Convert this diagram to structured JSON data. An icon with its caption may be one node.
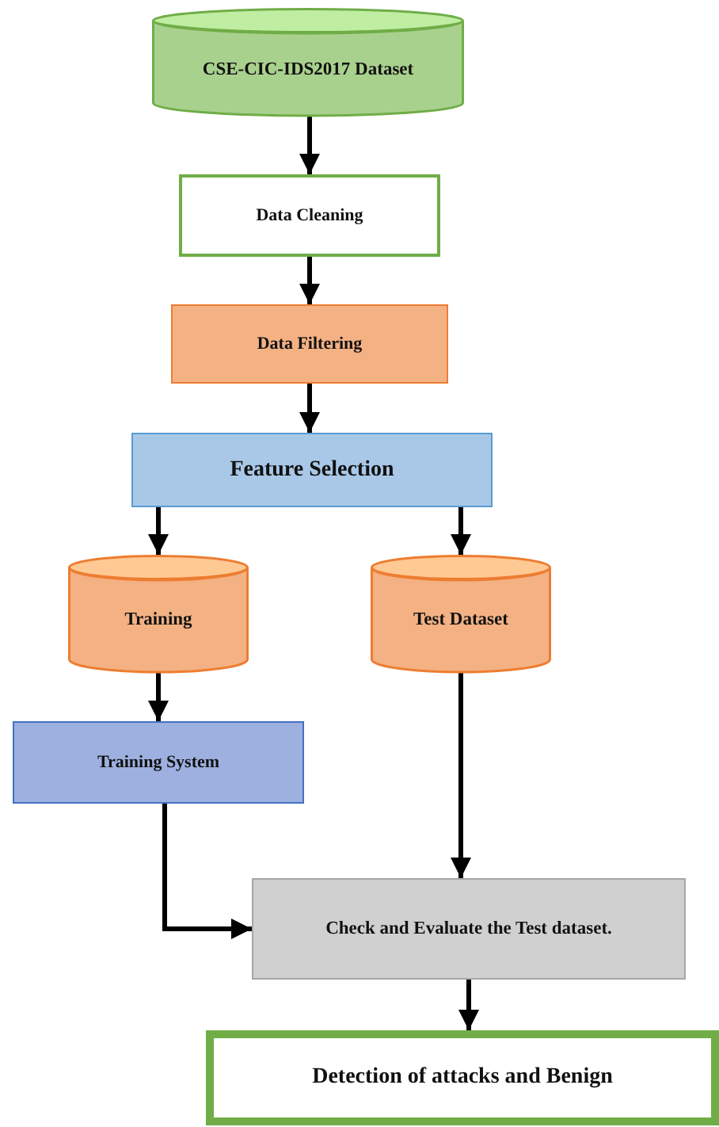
{
  "diagram": {
    "nodes": [
      {
        "text": [
          "CSE-CIC-IDS2017 Dataset"
        ]
      },
      {
        "text": [
          "Data Cleaning"
        ]
      },
      {
        "text": [
          "Data Filtering"
        ]
      },
      {
        "text": [
          "Feature Selection"
        ]
      },
      {
        "text": [
          "Training"
        ]
      },
      {
        "text": [
          "Test Dataset"
        ]
      },
      {
        "text": [
          "Training System"
        ]
      },
      {
        "text": [
          "Check and Evaluate the Test dataset."
        ]
      },
      {
        "text": [
          "Detection of attacks and Benign"
        ]
      }
    ],
    "edges": [
      {
        "from": 0,
        "to": 1,
        "arrow": "to"
      },
      {
        "from": 1,
        "to": 2,
        "arrow": "to"
      },
      {
        "from": 2,
        "to": 3,
        "arrow": "to"
      },
      {
        "from": 3,
        "to": 4,
        "arrow": "to"
      },
      {
        "from": 3,
        "to": 5,
        "arrow": "to"
      },
      {
        "from": 4,
        "to": 6,
        "arrow": "to"
      },
      {
        "from": 6,
        "to": 7,
        "arrow": "to"
      },
      {
        "from": 5,
        "to": 7,
        "arrow": "to"
      },
      {
        "from": 7,
        "to": 8,
        "arrow": "to"
      }
    ]
  }
}
